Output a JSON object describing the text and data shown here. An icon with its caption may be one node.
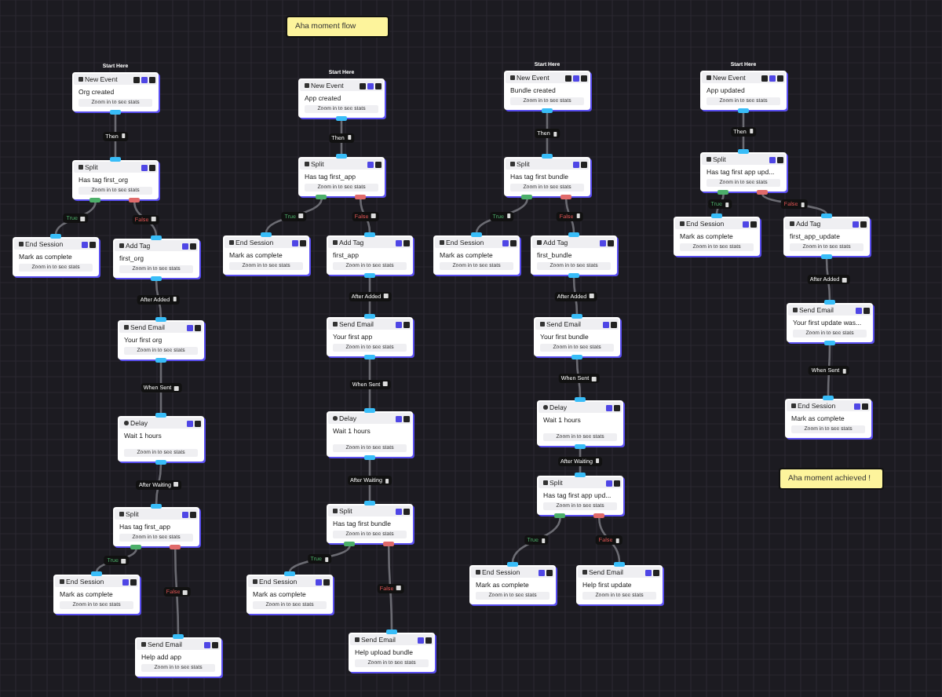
{
  "diagram": {
    "nodes": [
      {
        "text": [
          "Aha moment flow"
        ]
      },
      {
        "text": [
          "New Event",
          "Org created",
          "Zoom in to see stats"
        ],
        "beside": [
          "Start Here"
        ]
      },
      {
        "text": [
          "Split",
          "Has tag first_org",
          "Zoom in to see stats"
        ]
      },
      {
        "text": [
          "End Session",
          "Mark as complete",
          "Zoom in to see stats"
        ]
      },
      {
        "text": [
          "Add Tag",
          "first_org",
          "Zoom in to see stats"
        ]
      },
      {
        "text": [
          "Send Email",
          "Your first org",
          "Zoom in to see stats"
        ]
      },
      {
        "text": [
          "Delay",
          "Wait 1 hours",
          "Zoom in to see stats"
        ]
      },
      {
        "text": [
          "Split",
          "Has tag first_app",
          "Zoom in to see stats"
        ]
      },
      {
        "text": [
          "End Session",
          "Mark as complete",
          "Zoom in to see stats"
        ]
      },
      {
        "text": [
          "Send Email",
          "Help add app",
          "Zoom in to see stats"
        ]
      },
      {
        "text": [
          "New Event",
          "App created",
          "Zoom in to see stats"
        ],
        "beside": [
          "Start Here"
        ]
      },
      {
        "text": [
          "Split",
          "Has tag first_app",
          "Zoom in to see stats"
        ]
      },
      {
        "text": [
          "End Session",
          "Mark as complete",
          "Zoom in to see stats"
        ]
      },
      {
        "text": [
          "Add Tag",
          "first_app",
          "Zoom in to see stats"
        ]
      },
      {
        "text": [
          "Send Email",
          "Your first app",
          "Zoom in to see stats"
        ]
      },
      {
        "text": [
          "Delay",
          "Wait 1 hours",
          "Zoom in to see stats"
        ]
      },
      {
        "text": [
          "Split",
          "Has tag first bundle",
          "Zoom in to see stats"
        ]
      },
      {
        "text": [
          "End Session",
          "Mark as complete",
          "Zoom in to see stats"
        ]
      },
      {
        "text": [
          "Send Email",
          "Help upload bundle",
          "Zoom in to see stats"
        ]
      },
      {
        "text": [
          "New Event",
          "Bundle created",
          "Zoom in to see stats"
        ],
        "beside": [
          "Start Here"
        ]
      },
      {
        "text": [
          "Split",
          "Has tag first bundle",
          "Zoom in to see stats"
        ]
      },
      {
        "text": [
          "End Session",
          "Mark as complete",
          "Zoom in to see stats"
        ]
      },
      {
        "text": [
          "Add Tag",
          "first_bundle",
          "Zoom in to see stats"
        ]
      },
      {
        "text": [
          "Send Email",
          "Your first bundle",
          "Zoom in to see stats"
        ]
      },
      {
        "text": [
          "Delay",
          "Wait 1 hours",
          "Zoom in to see stats"
        ]
      },
      {
        "text": [
          "Split",
          "Has tag first app upd...",
          "Zoom in to see stats"
        ]
      },
      {
        "text": [
          "End Session",
          "Mark as complete",
          "Zoom in to see stats"
        ]
      },
      {
        "text": [
          "Send Email",
          "Help first update",
          "Zoom in to see stats"
        ]
      },
      {
        "text": [
          "New Event",
          "App updated",
          "Zoom in to see stats"
        ],
        "beside": [
          "Start Here"
        ]
      },
      {
        "text": [
          "Split",
          "Has tag first app upd...",
          "Zoom in to see stats"
        ]
      },
      {
        "text": [
          "End Session",
          "Mark as complete",
          "Zoom in to see stats"
        ]
      },
      {
        "text": [
          "Add Tag",
          "first_app_update",
          "Zoom in to see stats"
        ]
      },
      {
        "text": [
          "Send Email",
          "Your first update was...",
          "Zoom in to see stats"
        ]
      },
      {
        "text": [
          "End Session",
          "Mark as complete",
          "Zoom in to see stats"
        ]
      },
      {
        "text": [
          "Aha moment achieved !"
        ]
      }
    ],
    "edges": [
      {
        "from": 1,
        "to": 2,
        "arrow": "none",
        "label": "Then"
      },
      {
        "from": 2,
        "to": 3,
        "arrow": "none",
        "label": "True"
      },
      {
        "from": 2,
        "to": 4,
        "arrow": "none",
        "label": "False"
      },
      {
        "from": 4,
        "to": 5,
        "arrow": "none",
        "label": "After Added"
      },
      {
        "from": 5,
        "to": 6,
        "arrow": "none",
        "label": "When Sent"
      },
      {
        "from": 6,
        "to": 7,
        "arrow": "none",
        "label": "After Waiting"
      },
      {
        "from": 7,
        "to": 8,
        "arrow": "none",
        "label": "True"
      },
      {
        "from": 7,
        "to": 9,
        "arrow": "none",
        "label": "False"
      },
      {
        "from": 10,
        "to": 11,
        "arrow": "none",
        "label": "Then"
      },
      {
        "from": 11,
        "to": 12,
        "arrow": "none",
        "label": "True"
      },
      {
        "from": 11,
        "to": 13,
        "arrow": "none",
        "label": "False"
      },
      {
        "from": 13,
        "to": 14,
        "arrow": "none",
        "label": "After Added"
      },
      {
        "from": 14,
        "to": 15,
        "arrow": "none",
        "label": "When Sent"
      },
      {
        "from": 15,
        "to": 16,
        "arrow": "none",
        "label": "After Waiting"
      },
      {
        "from": 16,
        "to": 17,
        "arrow": "none",
        "label": "True"
      },
      {
        "from": 16,
        "to": 18,
        "arrow": "none",
        "label": "False"
      },
      {
        "from": 19,
        "to": 20,
        "arrow": "none",
        "label": "Then"
      },
      {
        "from": 20,
        "to": 21,
        "arrow": "none",
        "label": "True"
      },
      {
        "from": 20,
        "to": 22,
        "arrow": "none",
        "label": "False"
      },
      {
        "from": 22,
        "to": 23,
        "arrow": "none",
        "label": "After Added"
      },
      {
        "from": 23,
        "to": 24,
        "arrow": "none",
        "label": "When Sent"
      },
      {
        "from": 24,
        "to": 25,
        "arrow": "none",
        "label": "After Waiting"
      },
      {
        "from": 25,
        "to": 26,
        "arrow": "none",
        "label": "True"
      },
      {
        "from": 25,
        "to": 27,
        "arrow": "none",
        "label": "False"
      },
      {
        "from": 28,
        "to": 29,
        "arrow": "none",
        "label": "Then"
      },
      {
        "from": 29,
        "to": 30,
        "arrow": "none",
        "label": "True"
      },
      {
        "from": 29,
        "to": 31,
        "arrow": "none",
        "label": "False"
      },
      {
        "from": 31,
        "to": 32,
        "arrow": "none",
        "label": "After Added"
      },
      {
        "from": 32,
        "to": 33,
        "arrow": "none",
        "label": "When Sent"
      }
    ]
  }
}
